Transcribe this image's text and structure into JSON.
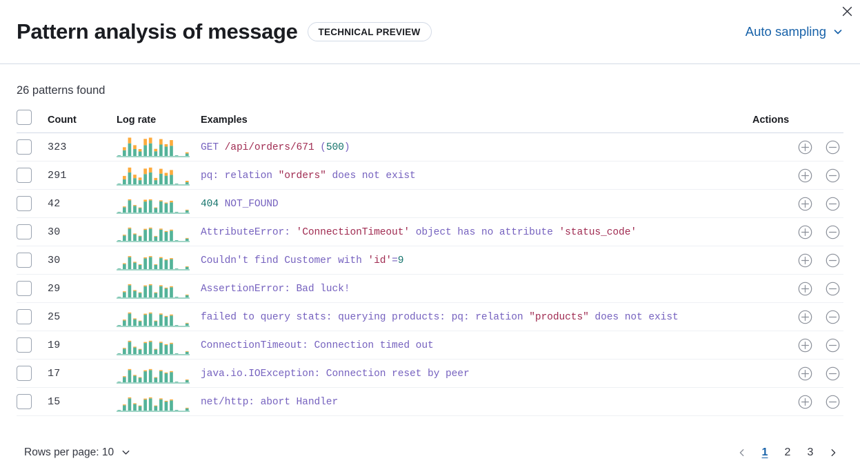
{
  "header": {
    "title": "Pattern analysis of message",
    "badge": "TECHNICAL PREVIEW",
    "sampling_label": "Auto sampling",
    "sampling_icon": "chevron-down-icon",
    "close_icon": "close-icon"
  },
  "summary": {
    "patterns_found": "26 patterns found"
  },
  "table": {
    "columns": {
      "select": "",
      "count": "Count",
      "log_rate": "Log rate",
      "examples": "Examples",
      "actions": "Actions"
    },
    "action_icons": {
      "add": "plus-circle-icon",
      "remove": "minus-circle-icon"
    },
    "rows": [
      {
        "count": "323",
        "example": "GET /api/orders/671 (500)",
        "tokens": [
          {
            "t": "GET ",
            "k": "plain"
          },
          {
            "t": "/api/orders/671",
            "k": "str"
          },
          {
            "t": " (",
            "k": "plain"
          },
          {
            "t": "500",
            "k": "num"
          },
          {
            "t": ")",
            "k": "plain"
          }
        ],
        "log_rate": {
          "teal": [
            3,
            28,
            62,
            34,
            22,
            53,
            62,
            23,
            56,
            46,
            50,
            3,
            0,
            12
          ],
          "orange": [
            0,
            15,
            28,
            19,
            12,
            31,
            28,
            12,
            27,
            12,
            28,
            0,
            0,
            6
          ]
        }
      },
      {
        "count": "291",
        "example": "pq: relation \"orders\" does not exist",
        "tokens": [
          {
            "t": "pq: relation ",
            "k": "plain"
          },
          {
            "t": "\"orders\"",
            "k": "str"
          },
          {
            "t": " does not exist",
            "k": "plain"
          }
        ],
        "log_rate": {
          "teal": [
            3,
            24,
            58,
            30,
            20,
            50,
            58,
            20,
            52,
            42,
            46,
            3,
            0,
            10
          ],
          "orange": [
            0,
            17,
            24,
            17,
            13,
            27,
            24,
            11,
            24,
            14,
            24,
            0,
            0,
            7
          ]
        }
      },
      {
        "count": "42",
        "example": "404 NOT_FOUND",
        "tokens": [
          {
            "t": "404",
            "k": "num"
          },
          {
            "t": " NOT_FOUND",
            "k": "plain"
          }
        ],
        "log_rate": {
          "teal": [
            3,
            26,
            60,
            33,
            22,
            54,
            60,
            22,
            55,
            45,
            50,
            3,
            0,
            11
          ],
          "orange": [
            0,
            4,
            5,
            4,
            3,
            9,
            5,
            3,
            5,
            4,
            8,
            0,
            0,
            3
          ]
        }
      },
      {
        "count": "30",
        "example": "AttributeError: 'ConnectionTimeout' object has no attribute 'status_code'",
        "tokens": [
          {
            "t": "AttributeError: ",
            "k": "plain"
          },
          {
            "t": "'ConnectionTimeout'",
            "k": "str"
          },
          {
            "t": " object has no attribute ",
            "k": "plain"
          },
          {
            "t": "'status_code'",
            "k": "str"
          }
        ],
        "log_rate": {
          "teal": [
            3,
            26,
            60,
            32,
            22,
            54,
            60,
            21,
            55,
            44,
            50,
            3,
            0,
            11
          ],
          "orange": [
            0,
            4,
            5,
            4,
            3,
            5,
            5,
            3,
            5,
            4,
            5,
            0,
            0,
            3
          ]
        }
      },
      {
        "count": "30",
        "example": "Couldn't find Customer with 'id'=9",
        "tokens": [
          {
            "t": "Couldn't find Customer with ",
            "k": "plain"
          },
          {
            "t": "'id'",
            "k": "str"
          },
          {
            "t": "=",
            "k": "plain"
          },
          {
            "t": "9",
            "k": "num"
          }
        ],
        "log_rate": {
          "teal": [
            3,
            25,
            59,
            32,
            21,
            53,
            59,
            21,
            54,
            44,
            49,
            3,
            0,
            11
          ],
          "orange": [
            0,
            4,
            5,
            4,
            3,
            5,
            5,
            3,
            5,
            4,
            5,
            0,
            0,
            3
          ]
        }
      },
      {
        "count": "29",
        "example": "AssertionError: Bad luck!",
        "tokens": [
          {
            "t": "AssertionError: Bad luck!",
            "k": "plain"
          }
        ],
        "log_rate": {
          "teal": [
            3,
            26,
            60,
            32,
            22,
            54,
            60,
            22,
            55,
            44,
            50,
            3,
            0,
            11
          ],
          "orange": [
            0,
            4,
            5,
            4,
            3,
            5,
            5,
            3,
            5,
            4,
            5,
            0,
            0,
            3
          ]
        }
      },
      {
        "count": "25",
        "example": "failed to query stats: querying products: pq: relation \"products\" does not exist",
        "tokens": [
          {
            "t": "failed to query stats: querying products: pq: relation ",
            "k": "plain"
          },
          {
            "t": "\"products\"",
            "k": "str"
          },
          {
            "t": " does not exist",
            "k": "plain"
          }
        ],
        "log_rate": {
          "teal": [
            3,
            26,
            60,
            32,
            22,
            54,
            60,
            22,
            55,
            44,
            50,
            3,
            0,
            11
          ],
          "orange": [
            0,
            4,
            5,
            4,
            3,
            5,
            5,
            3,
            5,
            4,
            5,
            0,
            0,
            3
          ]
        }
      },
      {
        "count": "19",
        "example": "ConnectionTimeout: Connection timed out",
        "tokens": [
          {
            "t": "ConnectionTimeout: Connection timed out",
            "k": "plain"
          }
        ],
        "log_rate": {
          "teal": [
            3,
            26,
            60,
            32,
            22,
            54,
            60,
            22,
            55,
            44,
            50,
            3,
            0,
            11
          ],
          "orange": [
            0,
            4,
            5,
            4,
            3,
            5,
            5,
            3,
            5,
            4,
            5,
            0,
            0,
            3
          ]
        }
      },
      {
        "count": "17",
        "example": "java.io.IOException: Connection reset by peer",
        "tokens": [
          {
            "t": "java.io.IOException: Connection reset by peer",
            "k": "plain"
          }
        ],
        "log_rate": {
          "teal": [
            3,
            26,
            60,
            32,
            22,
            54,
            60,
            22,
            55,
            44,
            50,
            3,
            0,
            11
          ],
          "orange": [
            0,
            4,
            5,
            4,
            3,
            5,
            5,
            3,
            5,
            4,
            5,
            0,
            0,
            3
          ]
        }
      },
      {
        "count": "15",
        "example": "net/http: abort Handler",
        "tokens": [
          {
            "t": "net/http: abort Handler",
            "k": "plain"
          }
        ],
        "log_rate": {
          "teal": [
            3,
            26,
            60,
            32,
            22,
            54,
            60,
            22,
            55,
            44,
            50,
            3,
            0,
            11
          ],
          "orange": [
            0,
            4,
            5,
            4,
            3,
            5,
            5,
            3,
            5,
            4,
            5,
            0,
            0,
            3
          ]
        }
      }
    ]
  },
  "footer": {
    "rows_per_page": "Rows per page: 10",
    "rows_per_page_icon": "chevron-down-icon",
    "pagination": {
      "prev_icon": "chevron-left-icon",
      "next_icon": "chevron-right-icon",
      "pages": [
        "1",
        "2",
        "3"
      ],
      "active": "1"
    }
  },
  "colors": {
    "link": "#1862a9",
    "bar_teal": "#54b399",
    "bar_orange": "#fdab3d",
    "token_plain": "#7662bf",
    "token_string": "#a02c52",
    "token_number": "#14736b",
    "border": "#D3DAE6"
  }
}
